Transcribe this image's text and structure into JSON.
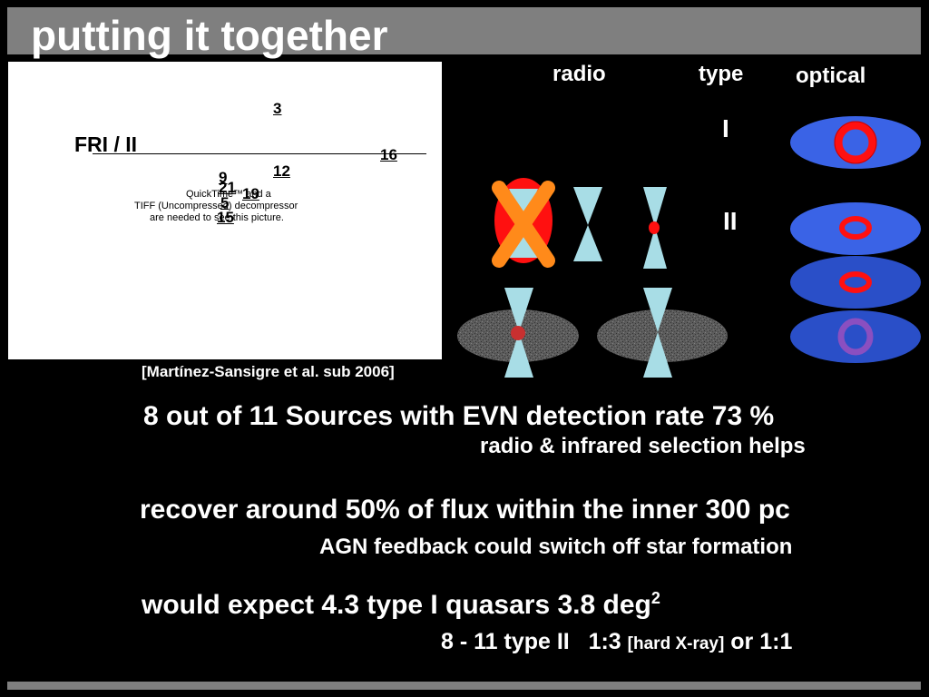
{
  "slide": {
    "title": "putting it together"
  },
  "figure": {
    "axis_label": "FRI / II",
    "points": [
      "3",
      "16",
      "12",
      "9",
      "21",
      "19",
      "5",
      "15"
    ],
    "placeholder_lines": [
      "QuickTime™ and a",
      "TIFF (Uncompressed) decompressor",
      "are needed to see this picture."
    ],
    "citation": "[Martínez-Sansigre et al. sub 2006]"
  },
  "diagram": {
    "col_radio": "radio",
    "col_type": "type",
    "col_optical": "optical",
    "type_1": "I",
    "type_2": "II",
    "cross_mark": "X",
    "colors": {
      "blue_ellipse": "#3a63e6",
      "dark_blue_ellipse": "#2a4fc8",
      "red_ring": "#ff1010",
      "purple_ring": "#8a4fc0",
      "cone": "#a8dde6",
      "orange_x": "#ff8a1a",
      "grey_galaxy": "#6a6a6a"
    }
  },
  "text": {
    "line1": "8 out of 11 Sources with EVN detection rate 73 %",
    "line1_sub": "radio & infrared selection helps",
    "line2": "recover around 50% of flux within the inner 300 pc",
    "line2_sub": "AGN feedback could switch off star formation",
    "line3_main": "would expect 4.3 type I quasars 3.8 deg",
    "line3_sup": "2",
    "line4_a": "8 - 11 type II   1:3",
    "line4_b": "[hard X-ray]",
    "line4_c": "or 1:1"
  }
}
